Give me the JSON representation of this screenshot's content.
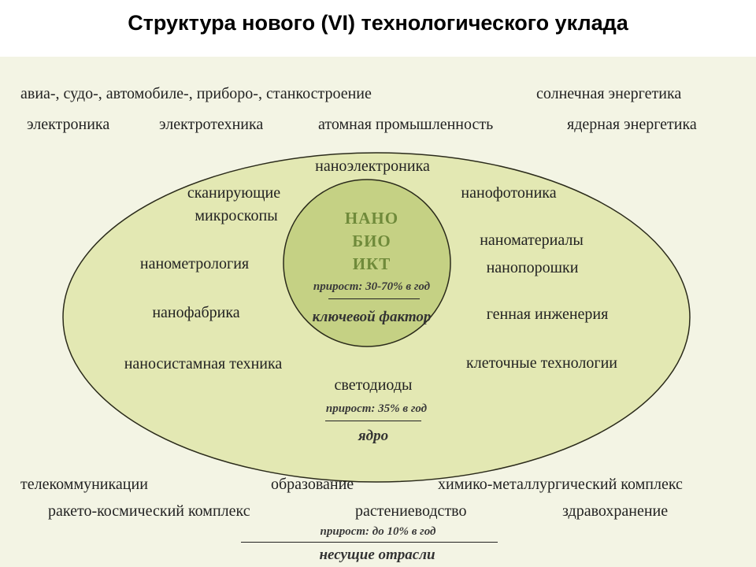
{
  "title": "Структура нового (VI) технологического уклада",
  "outer": {
    "row1": [
      "авиа-, судо-, автомобиле-, приборо-, станкостроение",
      "солнечная энергетика"
    ],
    "row2": [
      "электроника",
      "электротехника",
      "атомная промышленность",
      "ядерная энергетика"
    ],
    "row3": [
      "телекоммуникации",
      "образование",
      "химико-металлургический комплекс"
    ],
    "row4": [
      "ракето-космический комплекс",
      "растениеводство",
      "здравохранение"
    ],
    "growth": "прирост: до 10% в год",
    "caption": "несущие отрасли"
  },
  "ellipse": {
    "labels": [
      "наноэлектроника",
      "сканирующие",
      "микроскопы",
      "нанофотоника",
      "нанометрология",
      "наноматериалы",
      "нанопорошки",
      "нанофабрика",
      "генная инженерия",
      "наносистамная техника",
      "клеточные технологии",
      "светодиоды"
    ],
    "growth": "прирост: 35% в год",
    "caption": "ядро"
  },
  "center": {
    "lines": [
      "НАНО",
      "БИО",
      "ИКТ"
    ],
    "growth": "прирост: 30-70% в год",
    "caption": "ключевой фактор"
  },
  "colors": {
    "panel": "#f3f4e4",
    "ellipse_fill": "#e3e8b3",
    "circle_fill": "#c5d184",
    "stroke": "#2a2a1a",
    "core_text": "#6f8a3a"
  }
}
